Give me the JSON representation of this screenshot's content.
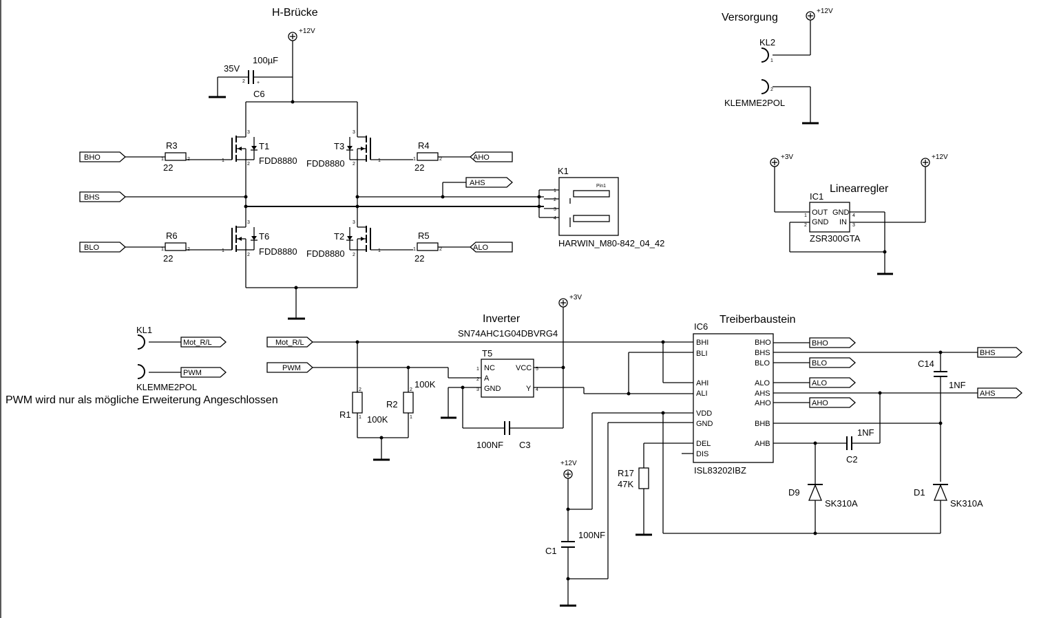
{
  "titles": {
    "hbridge": "H-Brücke",
    "supply": "Versorgung",
    "linreg": "Linearregler",
    "inverter": "Inverter",
    "driver": "Treiberbaustein",
    "note": "PWM wird nur als mögliche Erweiterung Angeschlossen"
  },
  "rails": {
    "v12": "+12V",
    "v3": "+3V"
  },
  "c6": {
    "ref": "C6",
    "value": "100µF",
    "rating": "35V"
  },
  "mosfets": [
    {
      "ref": "T1",
      "part": "FDD8880"
    },
    {
      "ref": "T3",
      "part": "FDD8880"
    },
    {
      "ref": "T6",
      "part": "FDD8880"
    },
    {
      "ref": "T2",
      "part": "FDD8880"
    }
  ],
  "resistors": [
    {
      "ref": "R3",
      "value": "22"
    },
    {
      "ref": "R4",
      "value": "22"
    },
    {
      "ref": "R6",
      "value": "22"
    },
    {
      "ref": "R5",
      "value": "22"
    },
    {
      "ref": "R1",
      "value": "100K"
    },
    {
      "ref": "R2",
      "value": "100K"
    },
    {
      "ref": "R17",
      "value": "47K"
    }
  ],
  "nets": {
    "bho": "BHO",
    "bhs": "BHS",
    "blo": "BLO",
    "aho": "AHO",
    "ahs": "AHS",
    "alo": "ALO",
    "mot": "Mot_R/L",
    "pwm": "PWM"
  },
  "k1": {
    "ref": "K1",
    "part": "HARWIN_M80-842_04_42",
    "pin1": "Pin1"
  },
  "kl2": {
    "ref": "KL2",
    "part": "KLEMME2POL"
  },
  "kl1": {
    "ref": "KL1",
    "part": "KLEMME2POL"
  },
  "ic1": {
    "ref": "IC1",
    "part": "ZSR300GTA",
    "out": "OUT",
    "gnd": "GND",
    "gnd2": "GND",
    "in": "IN"
  },
  "t5": {
    "ref": "T5",
    "part": "SN74AHC1G04DBVRG4",
    "nc": "NC",
    "a": "A",
    "gnd": "GND",
    "vcc": "VCC",
    "y": "Y"
  },
  "c3": {
    "ref": "C3",
    "value": "100NF"
  },
  "c1": {
    "ref": "C1",
    "value": "100NF"
  },
  "c2": {
    "ref": "C2",
    "value": "1NF"
  },
  "c14": {
    "ref": "C14",
    "value": "1NF"
  },
  "d9": {
    "ref": "D9",
    "part": "SK310A"
  },
  "d1": {
    "ref": "D1",
    "part": "SK310A"
  },
  "ic6": {
    "ref": "IC6",
    "part": "ISL83202IBZ",
    "left": [
      "BHI",
      "BLI",
      "AHI",
      "ALI",
      "VDD",
      "GND",
      "DEL",
      "DIS"
    ],
    "right": [
      "BHO",
      "BHS",
      "BLO",
      "ALO",
      "AHS",
      "AHO",
      "BHB",
      "AHB"
    ]
  }
}
